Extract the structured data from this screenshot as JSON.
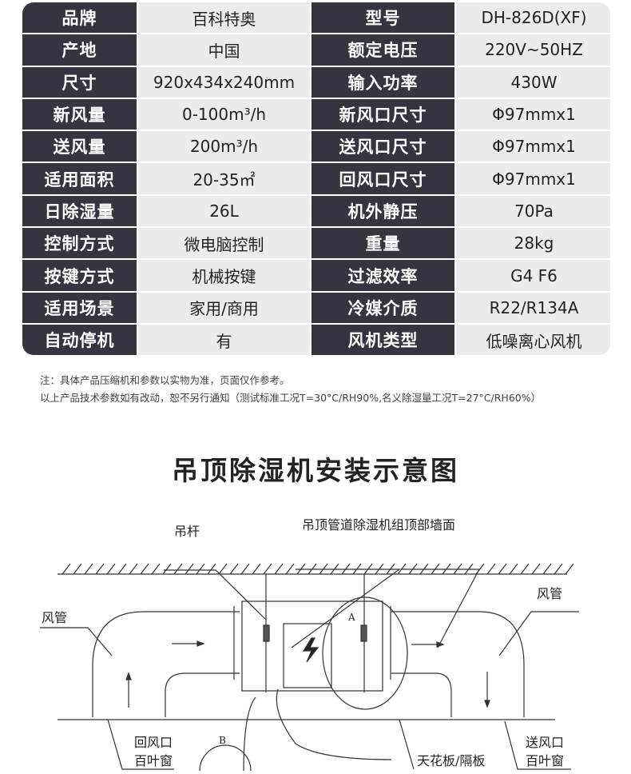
{
  "specs": [
    {
      "k1": "品牌",
      "v1": "百科特奥",
      "k2": "型号",
      "v2": "DH-826D(XF)"
    },
    {
      "k1": "产地",
      "v1": "中国",
      "k2": "额定电压",
      "v2": "220V~50HZ"
    },
    {
      "k1": "尺寸",
      "v1": "920x434x240mm",
      "k2": "输入功率",
      "v2": "430W"
    },
    {
      "k1": "新风量",
      "v1": "0-100m³/h",
      "k2": "新风口尺寸",
      "v2": "Φ97mmx1"
    },
    {
      "k1": "送风量",
      "v1": "200m³/h",
      "k2": "送风口尺寸",
      "v2": "Φ97mmx1"
    },
    {
      "k1": "适用面积",
      "v1": "20-35㎡",
      "k2": "回风口尺寸",
      "v2": "Φ97mmx1"
    },
    {
      "k1": "日除湿量",
      "v1": "26L",
      "k2": "机外静压",
      "v2": "70Pa"
    },
    {
      "k1": "控制方式",
      "v1": "微电脑控制",
      "k2": "重量",
      "v2": "28kg"
    },
    {
      "k1": "按键方式",
      "v1": "机械按键",
      "k2": "过滤效率",
      "v2": "G4  F6"
    },
    {
      "k1": "适用场景",
      "v1": "家用/商用",
      "k2": "冷媒介质",
      "v2": "R22/R134A"
    },
    {
      "k1": "自动停机",
      "v1": "有",
      "k2": "风机类型",
      "v2": "低噪离心风机"
    }
  ],
  "notes": [
    "注：具体产品压缩机和参数以实物为准，页面仅作参考。",
    "以上产品技术参数如有改动，恕不另行通知（测试标准工况T=30°C/RH90%,名义除湿量工况T=27°C/RH60%）"
  ],
  "diagram": {
    "title": "吊顶除湿机安装示意图",
    "rod": "吊杆",
    "ceiling_wall": "吊顶管道除湿机组顶部墙面",
    "duct_left": "风管",
    "duct_right": "风管",
    "return_1": "回风口",
    "return_2": "百叶窗",
    "supply_1": "送风口",
    "supply_2": "百叶窗",
    "ceiling_board": "天花板/隔板",
    "label_a": "A",
    "label_b": "B"
  }
}
